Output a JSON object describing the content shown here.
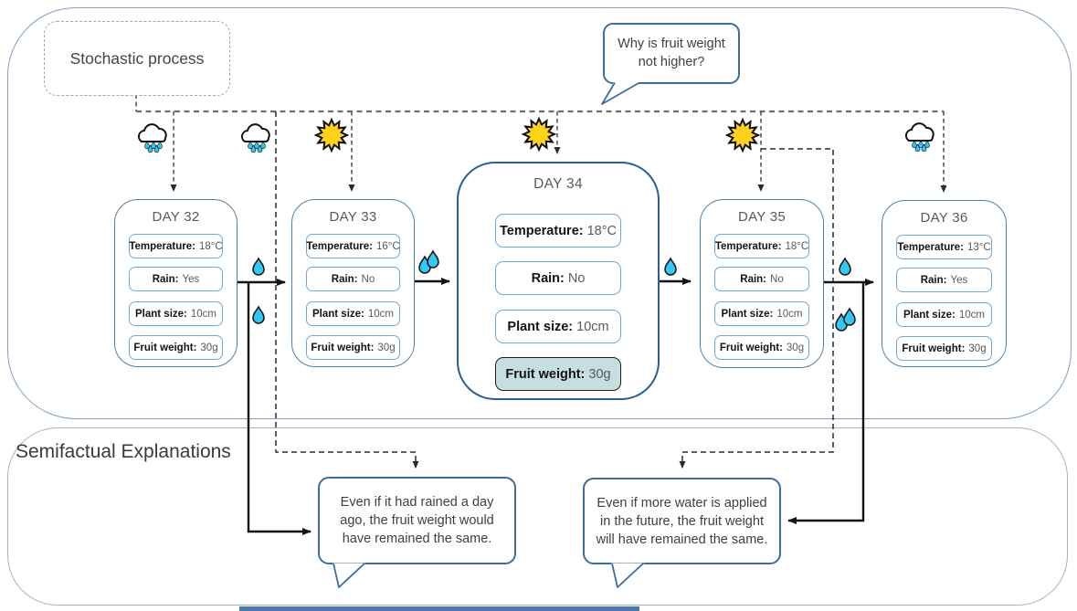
{
  "top_section": {
    "stochastic_label": "Stochastic process",
    "question_bubble": "Why is fruit weight not higher?"
  },
  "bottom_section": {
    "title": "Semifactual Explanations",
    "bubble_past": "Even if it had rained a day ago, the fruit weight would have remained the same.",
    "bubble_future": "Even if more water is applied in the future, the fruit weight will have remained the same."
  },
  "days": [
    {
      "title": "DAY 32",
      "items": [
        {
          "label": "Temperature:",
          "value": "18°C"
        },
        {
          "label": "Rain:",
          "value": "Yes"
        },
        {
          "label": "Plant size:",
          "value": "10cm"
        },
        {
          "label": "Fruit weight:",
          "value": "30g"
        }
      ]
    },
    {
      "title": "DAY 33",
      "items": [
        {
          "label": "Temperature:",
          "value": "16°C"
        },
        {
          "label": "Rain:",
          "value": "No"
        },
        {
          "label": "Plant size:",
          "value": "10cm"
        },
        {
          "label": "Fruit weight:",
          "value": "30g"
        }
      ]
    },
    {
      "title": "DAY 34",
      "items": [
        {
          "label": "Temperature:",
          "value": "18°C"
        },
        {
          "label": "Rain:",
          "value": "No"
        },
        {
          "label": "Plant size:",
          "value": "10cm"
        },
        {
          "label": "Fruit weight:",
          "value": "30g"
        }
      ],
      "highlighted_item": "Fruit weight"
    },
    {
      "title": "DAY 35",
      "items": [
        {
          "label": "Temperature:",
          "value": "18°C"
        },
        {
          "label": "Rain:",
          "value": "No"
        },
        {
          "label": "Plant size:",
          "value": "10cm"
        },
        {
          "label": "Fruit weight:",
          "value": "30g"
        }
      ]
    },
    {
      "title": "DAY 36",
      "items": [
        {
          "label": "Temperature:",
          "value": "13°C"
        },
        {
          "label": "Rain:",
          "value": "Yes"
        },
        {
          "label": "Plant size:",
          "value": "10cm"
        },
        {
          "label": "Fruit weight:",
          "value": "30g"
        }
      ]
    }
  ],
  "icons": {
    "weather_row": [
      "rain-cloud",
      "rain-cloud",
      "sun",
      "sun",
      "sun",
      "rain-cloud"
    ],
    "water_droplet_groups": [
      1,
      1,
      2,
      1,
      1,
      2
    ]
  },
  "colors": {
    "container_border": "#7e9fc0",
    "day_card_border": "#4f81a8",
    "item_border": "#6fa8dc",
    "highlight_fill": "#c5dfe1",
    "bubble_border": "#3d6e9e",
    "sun_yellow": "#ffd21c",
    "droplet_cyan": "#33c7f4",
    "bottom_bar_blue": "#4b79ae"
  }
}
